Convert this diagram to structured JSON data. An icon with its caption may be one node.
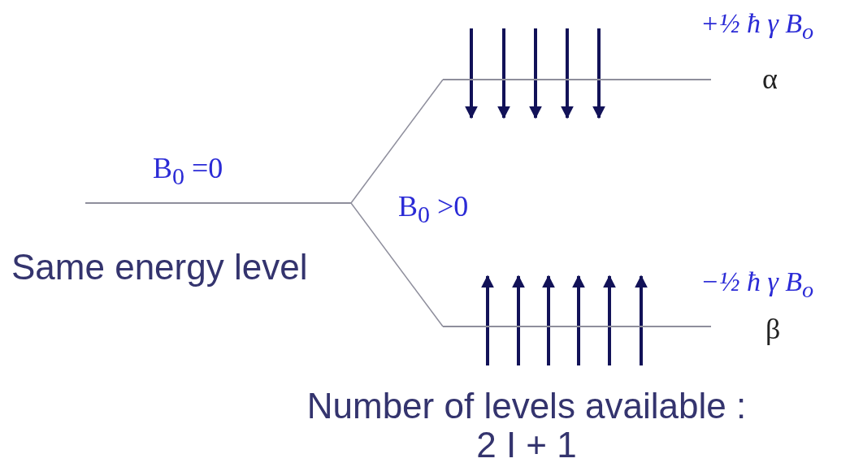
{
  "diagram": {
    "nodes": [
      {
        "text": [],
        "shape": "bar"
      },
      {
        "text": [],
        "shape": "bar"
      },
      {
        "text": [],
        "shape": "bar"
      }
    ],
    "edges": [
      {
        "from": 0,
        "to": 1,
        "arrow": "none"
      },
      {
        "from": 0,
        "to": 2,
        "arrow": "none"
      }
    ],
    "labels": [
      "B$_{0}$ =0",
      "Same energy level",
      "B$_{0}$ >0",
      "+½ ħ γ B$_{o}$",
      "α",
      "−½ ħ γ B$_{o}$",
      "β",
      "Number of levels available : 2 I + 1"
    ]
  }
}
